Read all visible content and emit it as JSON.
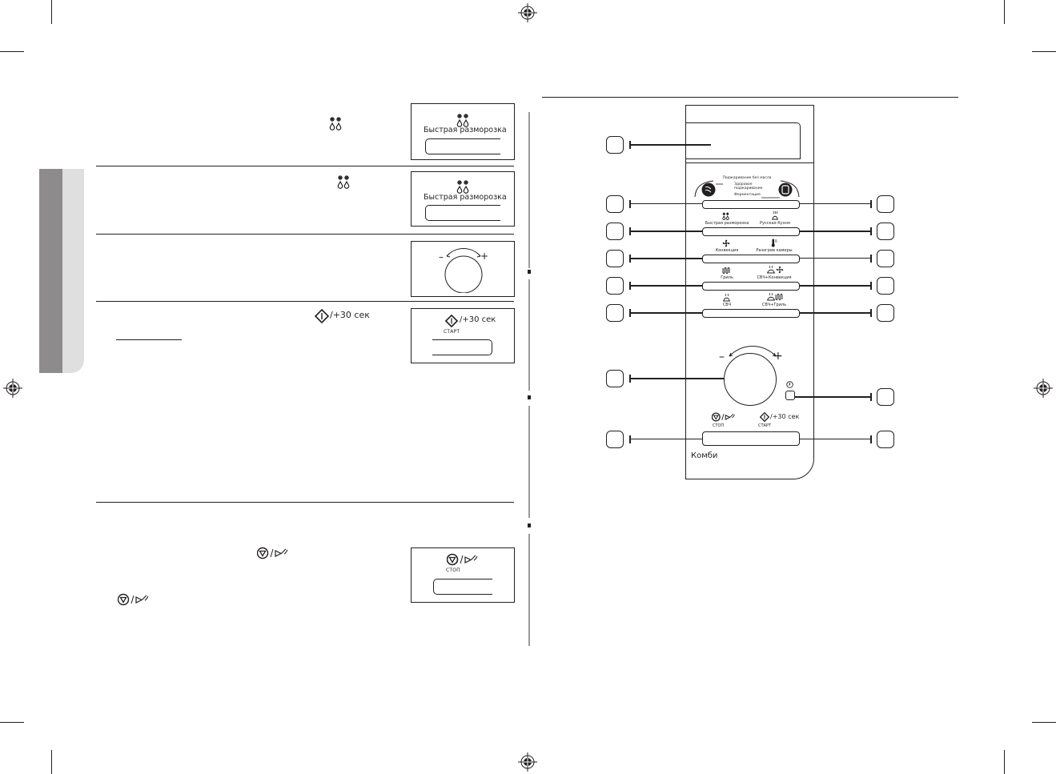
{
  "page": {
    "type": "microwave manual page",
    "language": "ru"
  },
  "left_column": {
    "steps": [
      {
        "inline_icon": "defrost-icon",
        "figure": {
          "icon": "defrost-icon",
          "label": "Быстрая разморозка"
        }
      },
      {
        "inline_icon": "defrost-icon",
        "figure": {
          "icon": "defrost-icon",
          "label": "Быстрая разморозка"
        }
      },
      {
        "figure": {
          "icon": "dial-icon",
          "minus": "–",
          "plus": "+"
        }
      },
      {
        "inline_icon": "start-icon",
        "inline_text": "/+30 сек",
        "figure": {
          "icon": "start-icon",
          "text": "/+30 сек",
          "caption": "СТАРТ"
        }
      }
    ],
    "stop_section": {
      "inline_icon": "stop-eco-icon",
      "inline_icon_2": "stop-eco-icon",
      "figure": {
        "icon": "stop-eco-icon",
        "caption": "СТОП"
      }
    }
  },
  "control_panel": {
    "fry_group": {
      "title": "Поджаривание без масла",
      "line1": "Здоровое",
      "line2": "поджаривание",
      "line3": "Ферментация"
    },
    "buttons": [
      {
        "left": "Быстрая разморозка",
        "right": "Русская Кухня"
      },
      {
        "left": "Конвекция",
        "right": "Разогрев камеры"
      },
      {
        "left": "Гриль",
        "right": "СВЧ+Конвекция"
      },
      {
        "left": "СВЧ",
        "right": "СВЧ+Гриль"
      }
    ],
    "dial": {
      "minus": "–",
      "plus": "+"
    },
    "stop": {
      "text": "/",
      "caption": "СТОП"
    },
    "start": {
      "text": "/+30 сек",
      "caption": "СТАРТ"
    },
    "model": "Комби"
  }
}
